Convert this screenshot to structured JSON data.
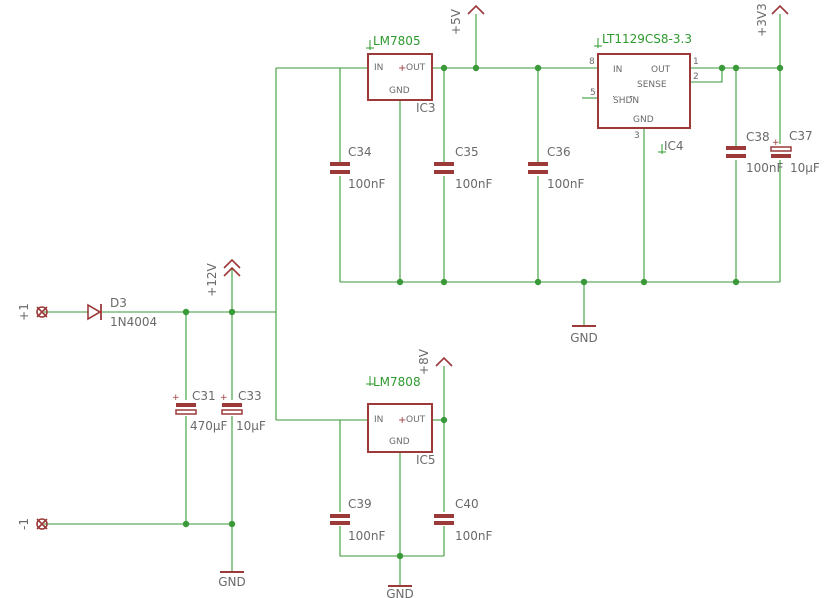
{
  "regulators": {
    "ic3": {
      "part": "LM7805",
      "ref": "IC3",
      "pin_in": "IN",
      "pin_out": "OUT",
      "pin_gnd": "GND"
    },
    "ic4": {
      "part": "LT1129CS8-3.3",
      "ref": "IC4",
      "pin_in": "IN",
      "pin_out": "OUT",
      "pin_sense": "SENSE",
      "pin_shdn": "SHDN",
      "pin_gnd": "GND",
      "pin_num_in": "8",
      "pin_num_shdn": "5",
      "pin_num_gnd": "3",
      "pin_num_out": "1",
      "pin_num_sense": "2"
    },
    "ic5": {
      "part": "LM7808",
      "ref": "IC5",
      "pin_in": "IN",
      "pin_out": "OUT",
      "pin_gnd": "GND"
    }
  },
  "capacitors": {
    "c31": {
      "name": "C31",
      "value": "470µF"
    },
    "c33": {
      "name": "C33",
      "value": "10µF"
    },
    "c34": {
      "name": "C34",
      "value": "100nF"
    },
    "c35": {
      "name": "C35",
      "value": "100nF"
    },
    "c36": {
      "name": "C36",
      "value": "100nF"
    },
    "c37": {
      "name": "C37",
      "value": "10µF"
    },
    "c38": {
      "name": "C38",
      "value": "100nF"
    },
    "c39": {
      "name": "C39",
      "value": "100nF"
    },
    "c40": {
      "name": "C40",
      "value": "100nF"
    }
  },
  "diode": {
    "name": "D3",
    "value": "1N4004"
  },
  "supplies": {
    "v5": "+5V",
    "v3v3": "+3V3",
    "v12": "+12V",
    "v8": "+8V"
  },
  "grounds": {
    "g1": "GND",
    "g2": "GND",
    "g3": "GND"
  },
  "connectors": {
    "plus": "+1",
    "minus": "-1"
  },
  "colors": {
    "net": "#3a9a3a",
    "component": "#9c3a3a",
    "label": "#6a6a6a",
    "part_name": "#2e9a2e"
  }
}
